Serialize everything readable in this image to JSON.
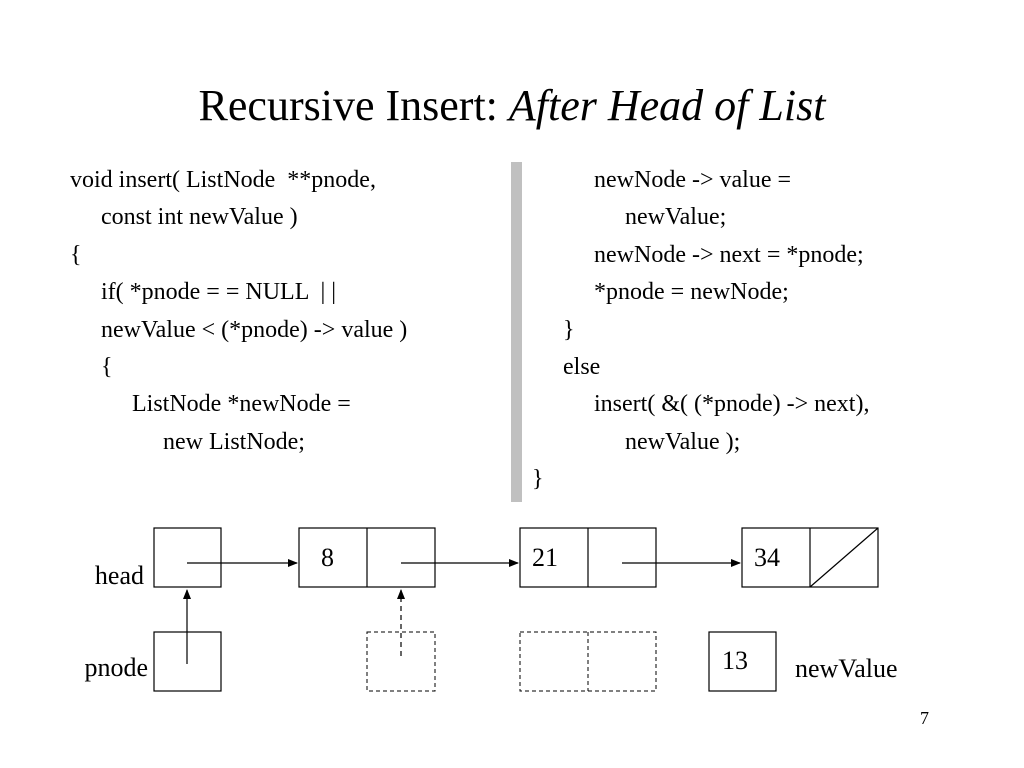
{
  "slide": {
    "title_main": "Recursive Insert: ",
    "title_italic": "After Head of List",
    "page_number": "7"
  },
  "code_left": [
    {
      "indent": 0,
      "text": "void insert( ListNode  **pnode,"
    },
    {
      "indent": 1,
      "text": "const int newValue )"
    },
    {
      "indent": 0,
      "text": "{"
    },
    {
      "indent": 1,
      "text": "if( *pnode = = NULL  | |"
    },
    {
      "indent": 1,
      "text": "newValue < (*pnode) -> value )"
    },
    {
      "indent": 1,
      "text": "{"
    },
    {
      "indent": 2,
      "text": "ListNode *newNode ="
    },
    {
      "indent": 3,
      "text": "new ListNode;"
    }
  ],
  "code_right": [
    {
      "indent": 2,
      "text": "newNode -> value ="
    },
    {
      "indent": 3,
      "text": "newValue;"
    },
    {
      "indent": 2,
      "text": "newNode -> next = *pnode;"
    },
    {
      "indent": 2,
      "text": "*pnode = newNode;"
    },
    {
      "indent": 1,
      "text": "}"
    },
    {
      "indent": 1,
      "text": "else"
    },
    {
      "indent": 2,
      "text": "insert( &( (*pnode) -> next),"
    },
    {
      "indent": 3,
      "text": "newValue );"
    },
    {
      "indent": 0,
      "text": "}"
    }
  ],
  "diagram": {
    "labels": {
      "head": "head",
      "pnode": "pnode",
      "newValue": "newValue"
    },
    "nodes": [
      {
        "value": "8",
        "next": "pointer"
      },
      {
        "value": "21",
        "next": "pointer"
      },
      {
        "value": "34",
        "next": "null"
      }
    ],
    "new_value": "13"
  }
}
